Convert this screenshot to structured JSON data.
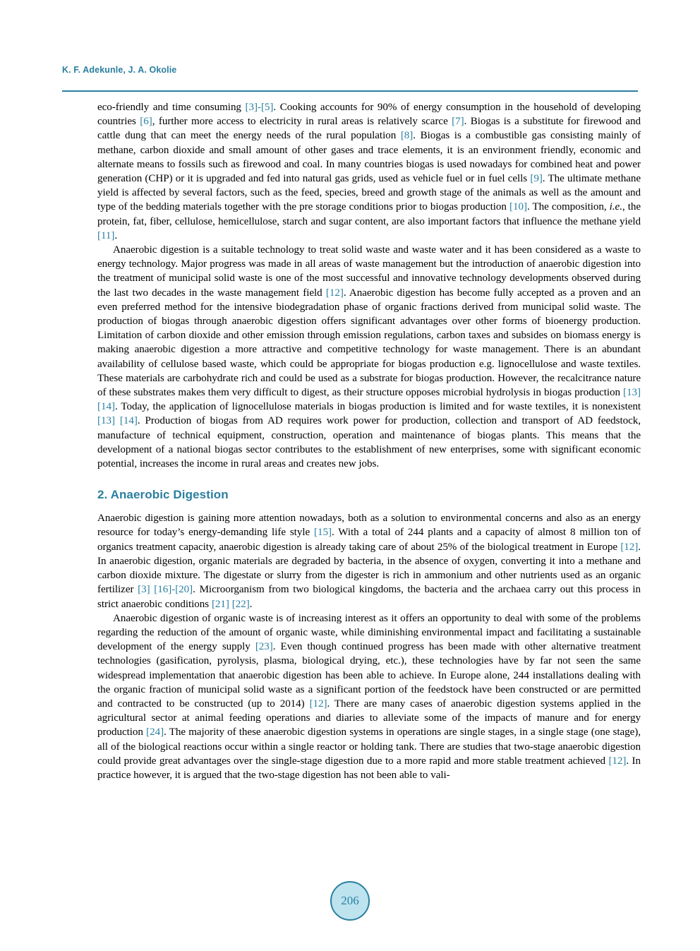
{
  "running_head": {
    "authors": "K. F. Adekunle, J. A. Okolie"
  },
  "colors": {
    "accent": "#2a7fa0",
    "badge_fill": "#bde3ee",
    "body_text": "#000000"
  },
  "paragraphs": {
    "p1": {
      "segments": [
        {
          "t": "eco-friendly and time consuming "
        },
        {
          "t": "[3]-[5]",
          "cite": true
        },
        {
          "t": ". Cooking accounts for 90% of energy consumption in the household of developing countries "
        },
        {
          "t": "[6]",
          "cite": true
        },
        {
          "t": ", further more access to electricity in rural areas is relatively scarce "
        },
        {
          "t": "[7]",
          "cite": true
        },
        {
          "t": ". Biogas is a substitute for firewood and cattle dung that can meet the energy needs of the rural population "
        },
        {
          "t": "[8]",
          "cite": true
        },
        {
          "t": ". Biogas is a combustible gas consisting mainly of methane, carbon dioxide and small amount of other gases and trace elements, it is an environment friendly, economic and alternate means to fossils such as firewood and coal. In many countries biogas is used nowadays for combined heat and power generation (CHP) or it is upgraded and fed into natural gas grids, used as vehicle fuel or in fuel cells "
        },
        {
          "t": "[9]",
          "cite": true
        },
        {
          "t": ". The ultimate methane yield is affected by several factors, such as the feed, species, breed and growth stage of the animals as well as the amount and type of the bedding materials together with the pre storage conditions prior to biogas production "
        },
        {
          "t": "[10]",
          "cite": true
        },
        {
          "t": ". The composition, "
        },
        {
          "t": "i.e.",
          "em": true
        },
        {
          "t": ", the protein, fat, fiber, cellulose, hemicellulose, starch and sugar content, are also important factors that influence the methane yield "
        },
        {
          "t": "[11]",
          "cite": true
        },
        {
          "t": "."
        }
      ]
    },
    "p2": {
      "segments": [
        {
          "t": "Anaerobic digestion is a suitable technology to treat solid waste and waste water and it has been considered as a waste to energy technology. Major progress was made in all areas of waste management but the introduction of anaerobic digestion into the treatment of municipal solid waste is one of the most successful and innovative technology developments observed during the last two decades in the waste management field "
        },
        {
          "t": "[12]",
          "cite": true
        },
        {
          "t": ". Anaerobic digestion has become fully accepted as a proven and an even preferred method for the intensive biodegradation phase of organic fractions derived from municipal solid waste. The production of biogas through anaerobic digestion offers significant advantages over other forms of bioenergy production. Limitation of carbon dioxide and other emission through emission regulations, carbon taxes and subsides on biomass energy is making anaerobic digestion a more attractive and competitive technology for waste management. There is an abundant availability of cellulose based waste, which could be appropriate for biogas production e.g. lignocellulose and waste textiles. These materials are carbohydrate rich and could be used as a substrate for biogas production. However, the recalcitrance nature of these substrates makes them very difficult to digest, as their structure opposes microbial hydrolysis in biogas production "
        },
        {
          "t": "[13] [14]",
          "cite": true
        },
        {
          "t": ". Today, the application of lignocellulose materials in biogas production is limited and for waste textiles, it is nonexistent "
        },
        {
          "t": "[13] [14]",
          "cite": true
        },
        {
          "t": ". Production of biogas from AD requires work power for production, collection and transport of AD feedstock, manufacture of technical equipment, construction, operation and maintenance of biogas plants. This means that the development of a national biogas sector contributes to the establishment of new enterprises, some with significant economic potential, increases the income in rural areas and creates new jobs."
        }
      ]
    },
    "p3": {
      "segments": [
        {
          "t": "Anaerobic digestion is gaining more attention nowadays, both as a solution to environmental concerns and also as an energy resource for today’s energy-demanding life style "
        },
        {
          "t": "[15]",
          "cite": true
        },
        {
          "t": ". With a total of 244 plants and a capacity of almost 8 million ton of organics treatment capacity, anaerobic digestion is already taking care of about 25% of the biological treatment in Europe "
        },
        {
          "t": "[12]",
          "cite": true
        },
        {
          "t": ". In anaerobic digestion, organic materials are degraded by bacteria, in the absence of oxygen, converting it into a methane and carbon dioxide mixture. The digestate or slurry from the digester is rich in ammonium and other nutrients used as an organic fertilizer "
        },
        {
          "t": "[3] [16]-[20]",
          "cite": true
        },
        {
          "t": ". Microorganism from two biological kingdoms, the bacteria and the archaea carry out this process in strict anaerobic conditions "
        },
        {
          "t": "[21] [22]",
          "cite": true
        },
        {
          "t": "."
        }
      ]
    },
    "p4": {
      "segments": [
        {
          "t": "Anaerobic digestion of organic waste is of increasing interest as it offers an opportunity to deal with some of the problems regarding the reduction of the amount of organic waste, while diminishing environmental impact and facilitating a sustainable development of the energy supply "
        },
        {
          "t": "[23]",
          "cite": true
        },
        {
          "t": ". Even though continued progress has been made with other alternative treatment technologies (gasification, pyrolysis, plasma, biological drying, etc.), these technologies have by far not seen the same widespread implementation that anaerobic digestion has been able to achieve. In Europe alone, 244 installations dealing with the organic fraction of municipal solid waste as a significant portion of the feedstock have been constructed or are permitted and contracted to be constructed (up to 2014) "
        },
        {
          "t": "[12]",
          "cite": true
        },
        {
          "t": ". There are many cases of anaerobic digestion systems applied in the agricultural sector at animal feeding operations and diaries to alleviate some of the impacts of manure and for energy production "
        },
        {
          "t": "[24]",
          "cite": true
        },
        {
          "t": ". The majority of these anaerobic digestion systems in operations are single stages, in a single stage (one stage), all of the biological reactions occur within a single reactor or holding tank. There are studies that two-stage anaerobic digestion could provide great advantages over the single-stage digestion due to a more rapid and more stable treatment achieved "
        },
        {
          "t": "[12]",
          "cite": true
        },
        {
          "t": ". In practice however, it is argued that the two-stage digestion has not been able to vali-"
        }
      ]
    }
  },
  "section_heading": "2. Anaerobic Digestion",
  "page_number": "206"
}
